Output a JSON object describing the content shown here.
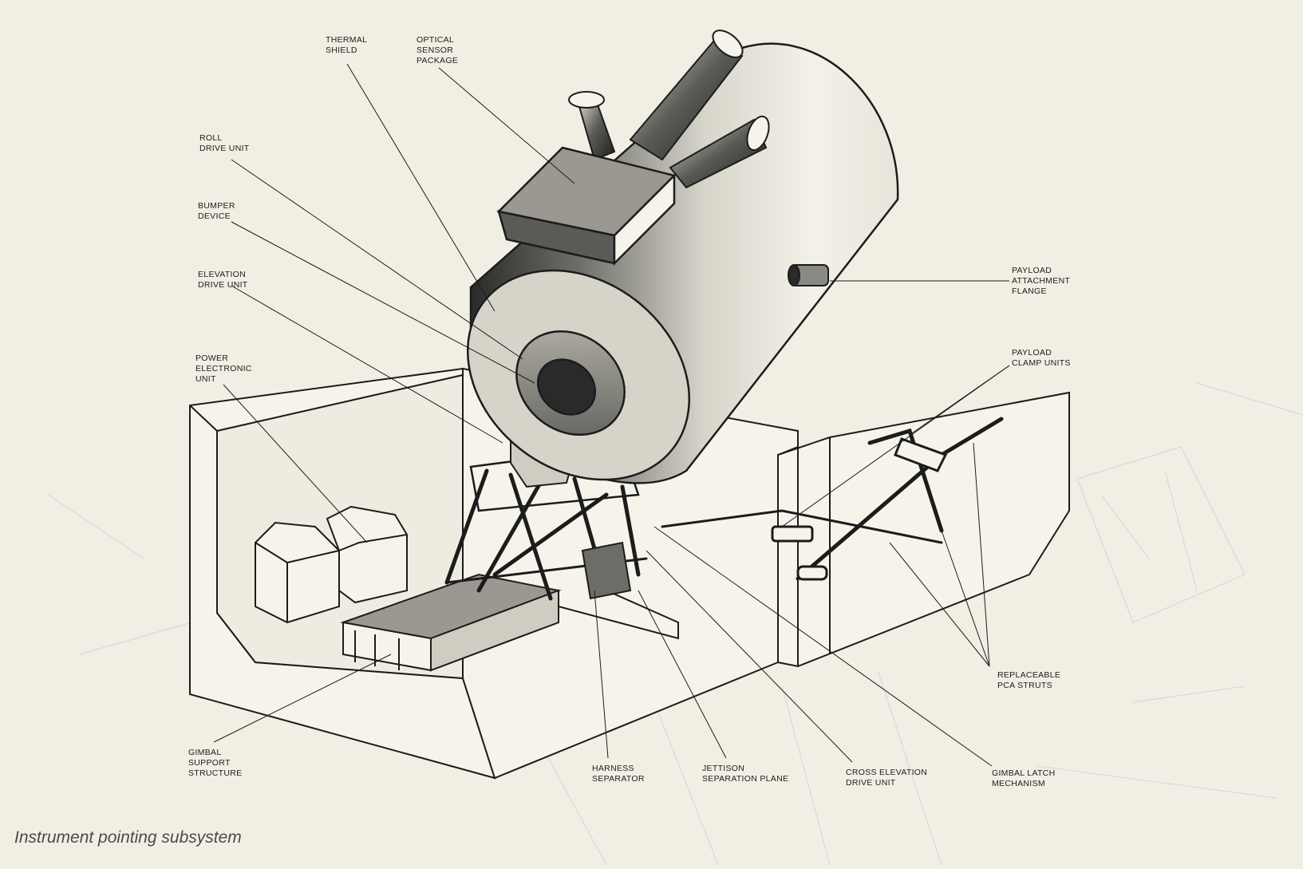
{
  "caption": "Instrument pointing subsystem",
  "labels": {
    "thermal_shield": "THERMAL\nSHIELD",
    "optical_sensor_package": "OPTICAL\nSENSOR\nPACKAGE",
    "roll_drive_unit": "ROLL\nDRIVE UNIT",
    "bumper_device": "BUMPER\nDEVICE",
    "elevation_drive_unit": "ELEVATION\nDRIVE UNIT",
    "power_electronic_unit": "POWER\nELECTRONIC\nUNIT",
    "payload_attachment_flange": "PAYLOAD\nATTACHMENT\nFLANGE",
    "payload_clamp_units": "PAYLOAD\nCLAMP UNITS",
    "replaceable_pca_struts": "REPLACEABLE\nPCA STRUTS",
    "gimbal_support_structure": "GIMBAL\nSUPPORT\nSTRUCTURE",
    "harness_separator": "HARNESS\nSEPARATOR",
    "jettison_separation_plane": "JETTISON\nSEPARATION PLANE",
    "cross_elevation_drive_unit": "CROSS ELEVATION\nDRIVE UNIT",
    "gimbal_latch_mechanism": "GIMBAL LATCH\nMECHANISM"
  },
  "colors": {
    "paper": "#f1efe3",
    "ink": "#1c1c1c",
    "shade_dark": "#2a2a2a",
    "shade_mid": "#8a8a85",
    "shade_light": "#cfcdc2"
  }
}
